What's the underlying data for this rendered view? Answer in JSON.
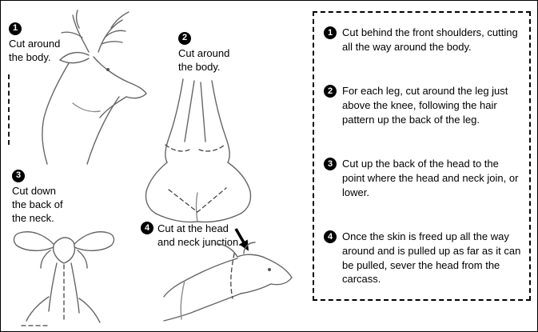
{
  "annotations": {
    "step1": {
      "num": "1",
      "text": "Cut around\nthe body."
    },
    "step2": {
      "num": "2",
      "text": "Cut around\nthe body."
    },
    "step3": {
      "num": "3",
      "text": "Cut down\nthe back of\nthe neck."
    },
    "step4": {
      "num": "4",
      "text": "Cut at the head\nand neck junction."
    }
  },
  "instructions": {
    "items": [
      {
        "num": "1",
        "text": "Cut behind the front shoulders, cutting all the way around the body."
      },
      {
        "num": "2",
        "text": "For each leg, cut around the leg just above the knee, following the hair pattern up the back of the leg."
      },
      {
        "num": "3",
        "text": "Cut up the back of the head to the point where the head and neck join, or lower."
      },
      {
        "num": "4",
        "text": "Once the skin is freed up all the way around and is pulled up as far as it can be pulled, sever the head from the carcass."
      }
    ]
  },
  "colors": {
    "sketch_stroke": "#666666",
    "cut_line": "#333333",
    "ink": "#000000",
    "background": "#ffffff"
  }
}
